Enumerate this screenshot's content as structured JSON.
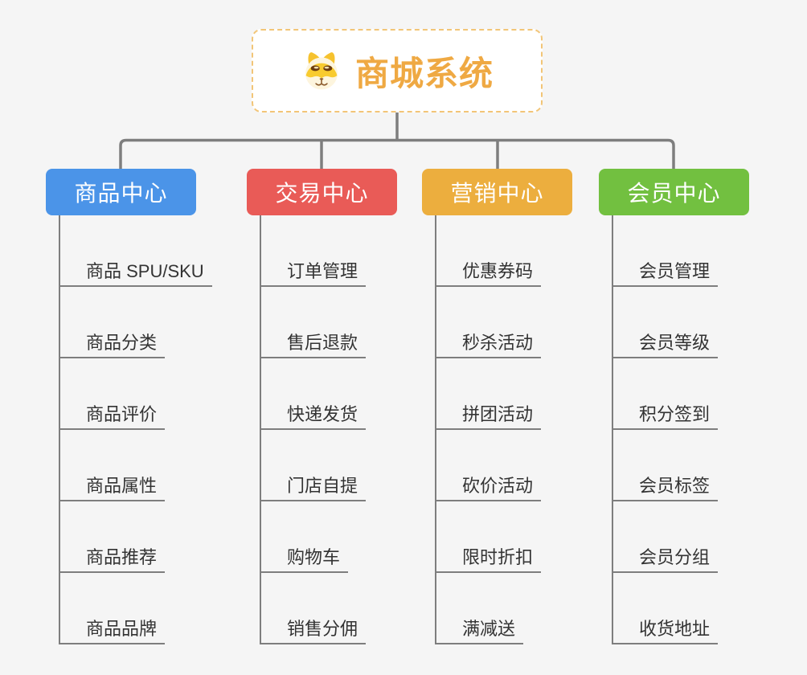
{
  "root": {
    "title": "商城系统",
    "icon": "dog-icon"
  },
  "theme": {
    "background": "#f5f5f5",
    "root_border": "#f2c577",
    "root_title_color": "#efa943",
    "connector_color": "#7e7e7e",
    "item_text_color": "#333333"
  },
  "branches": [
    {
      "label": "商品中心",
      "color": "#4b94e8",
      "items": [
        "商品 SPU/SKU",
        "商品分类",
        "商品评价",
        "商品属性",
        "商品推荐",
        "商品品牌"
      ]
    },
    {
      "label": "交易中心",
      "color": "#e95b57",
      "items": [
        "订单管理",
        "售后退款",
        "快递发货",
        "门店自提",
        "购物车",
        "销售分佣"
      ]
    },
    {
      "label": "营销中心",
      "color": "#ecae3e",
      "items": [
        "优惠券码",
        "秒杀活动",
        "拼团活动",
        "砍价活动",
        "限时折扣",
        "满减送"
      ]
    },
    {
      "label": "会员中心",
      "color": "#72c040",
      "items": [
        "会员管理",
        "会员等级",
        "积分签到",
        "会员标签",
        "会员分组",
        "收货地址"
      ]
    }
  ]
}
